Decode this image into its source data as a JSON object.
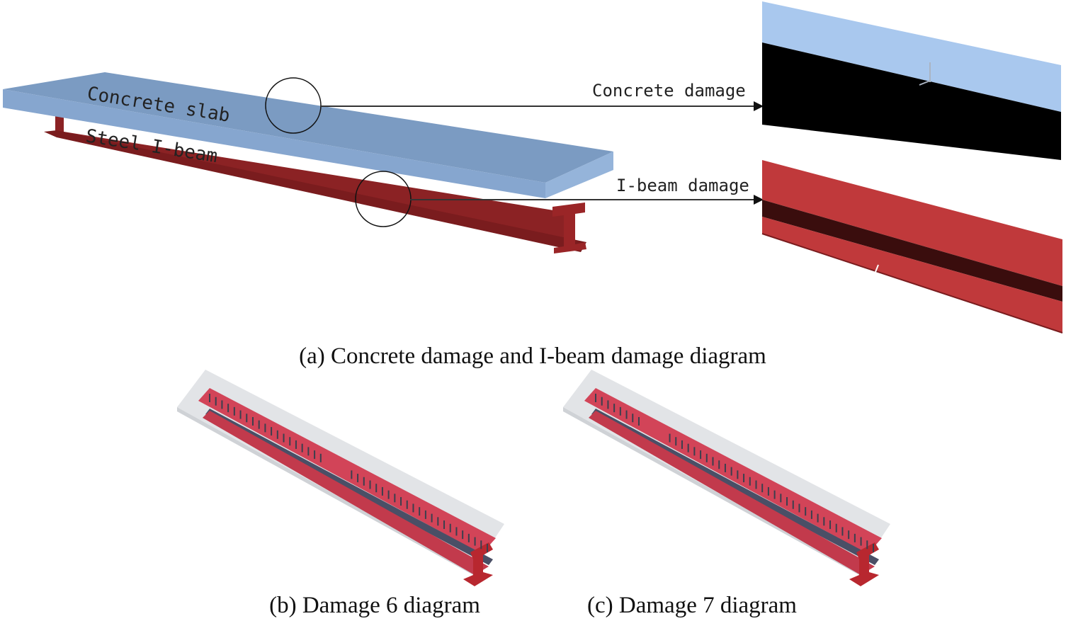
{
  "part_a": {
    "labels": {
      "slab": "Concrete slab",
      "beam": "Steel I-beam",
      "concrete_damage": "Concrete damage",
      "ibeam_damage": "I-beam damage"
    },
    "caption": "(a) Concrete damage and I-beam damage diagram"
  },
  "part_b": {
    "caption": "(b) Damage 6 diagram"
  },
  "part_c": {
    "caption": "(c) Damage 7 diagram"
  },
  "colors": {
    "slab_top": "#7b9bc2",
    "slab_side": "#8fb0d8",
    "beam": "#8b2224",
    "beam_dark": "#6e1a1b",
    "zoom_sky": "#a9c8ee",
    "zoom_red": "#c0393b",
    "zoom_dark": "#3a0d0d",
    "model_slab": "#e2e4e7",
    "model_beam": "#d24458"
  }
}
